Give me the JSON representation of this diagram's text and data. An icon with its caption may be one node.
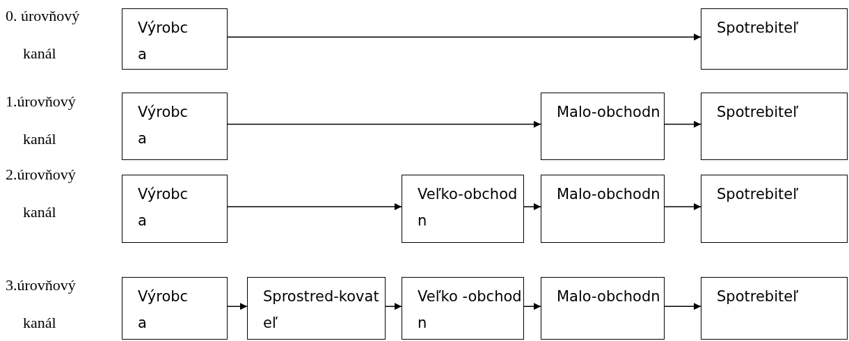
{
  "diagram": {
    "nodes": [
      {
        "text": [
          "Výrobca"
        ]
      },
      {
        "text": [
          "Spotrebiteľ"
        ]
      },
      {
        "text": [
          "Výrobca"
        ]
      },
      {
        "text": [
          "Malo-obchodn"
        ]
      },
      {
        "text": [
          "Spotrebiteľ"
        ]
      },
      {
        "text": [
          "Výrobca"
        ]
      },
      {
        "text": [
          "Veľko-obchodn"
        ]
      },
      {
        "text": [
          "Malo-obchodn"
        ]
      },
      {
        "text": [
          "Spotrebiteľ"
        ]
      },
      {
        "text": [
          "Výrobca"
        ]
      },
      {
        "text": [
          "Sprostred-kovateľ"
        ]
      },
      {
        "text": [
          "Veľko -obchodn"
        ]
      },
      {
        "text": [
          "Malo-obchodn"
        ]
      },
      {
        "text": [
          "Spotrebiteľ"
        ]
      }
    ],
    "edges": [
      {
        "from": 0,
        "to": 1,
        "arrow": "to"
      },
      {
        "from": 2,
        "to": 3,
        "arrow": "to"
      },
      {
        "from": 3,
        "to": 4,
        "arrow": "to"
      },
      {
        "from": 5,
        "to": 6,
        "arrow": "to"
      },
      {
        "from": 6,
        "to": 7,
        "arrow": "to"
      },
      {
        "from": 7,
        "to": 8,
        "arrow": "to"
      },
      {
        "from": 9,
        "to": 10,
        "arrow": "to"
      },
      {
        "from": 10,
        "to": 11,
        "arrow": "to"
      },
      {
        "from": 11,
        "to": 12,
        "arrow": "to"
      },
      {
        "from": 12,
        "to": 13,
        "arrow": "to"
      }
    ],
    "labels": [
      "0. úrovňový kanál",
      "1.úrovňový kanál",
      "2.úrovňový kanál",
      "3.úrovňový kanál"
    ]
  }
}
